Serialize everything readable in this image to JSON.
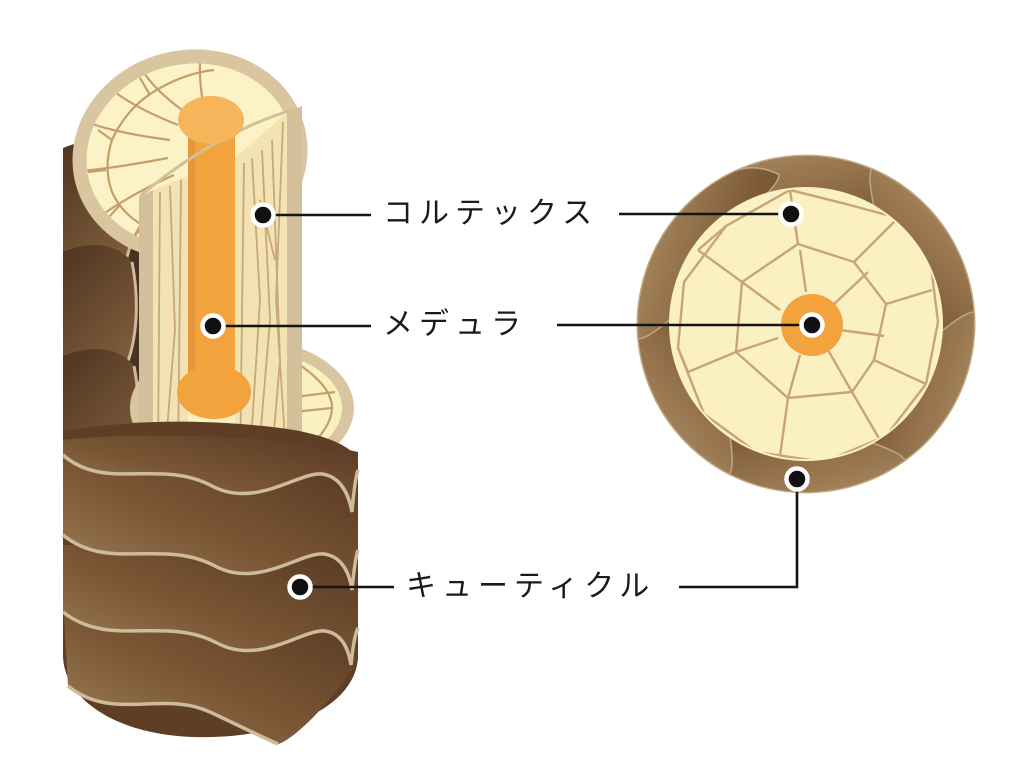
{
  "diagram": {
    "type": "hair-structure-cross-section",
    "labels": {
      "cortex": "コルテックス",
      "medulla": "メデュラ",
      "cuticle": "キューティクル"
    },
    "colors": {
      "background": "#FFFFFF",
      "cuticle_brown": "#6E4B2C",
      "cuticle_scale_highlight": "#CDBB9C",
      "cortex_cream": "#FAF0C2",
      "cell_line_tan": "#C7A577",
      "medulla_orange": "#F2A33D",
      "rim_tan": "#D9C5A0",
      "label_text": "#1A1A1A",
      "leader_line": "#141414"
    }
  }
}
